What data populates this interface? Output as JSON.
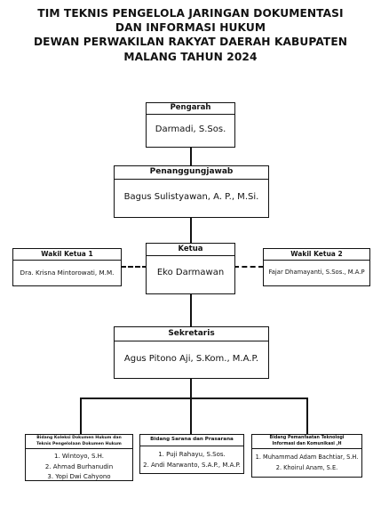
{
  "title": [
    "TIM TEKNIS PENGELOLA JARINGAN DOKUMENTASI",
    "DAN INFORMASI HUKUM",
    "DEWAN PERWAKILAN RAKYAT DAERAH KABUPATEN",
    "MALANG TAHUN 2024"
  ],
  "pengarah": {
    "role": "Pengarah",
    "name": "Darmadi, S.Sos."
  },
  "penanggungjawab": {
    "role": "Penanggungjawab",
    "name": "Bagus Sulistyawan, A. P., M.Si."
  },
  "ketua": {
    "role": "Ketua",
    "name": "Eko Darmawan"
  },
  "wakil1": {
    "role": "Wakil Ketua 1",
    "name": "Dra. Krisna Mintorowati, M.M."
  },
  "wakil2": {
    "role": "Wakil Ketua 2",
    "name": "Fajar Dhamayanti, S.Sos., M.A.P"
  },
  "sekretaris": {
    "role": "Sekretaris",
    "name": "Agus Pitono Aji, S.Kom., M.A.P."
  },
  "bidang": [
    {
      "head_line1": "Bidang Koleksi Dokumen Hukum dan",
      "head_line2": "Teknis Pengelolaan Dokumen Hukum",
      "members": [
        "1. Wintoyo, S.H.",
        "2. Ahmad Burhanudin",
        "3. Yopi Dwi Cahyono"
      ]
    },
    {
      "head_line1": "Bidang Sarana dan Prasarana",
      "head_line2": "",
      "members": [
        "1. Puji Rahayu, S.Sos.",
        "2. Andi Marwanto, S.A.P., M.A.P."
      ]
    },
    {
      "head_line1": "Bidang Pemanfaatan Teknologi",
      "head_line2": "Informasi dan Komunikasi ,H",
      "members": [
        "1. Muhammad Adam Bachtiar, S.H.",
        "2. Khoirul Anam, S.E."
      ]
    }
  ]
}
